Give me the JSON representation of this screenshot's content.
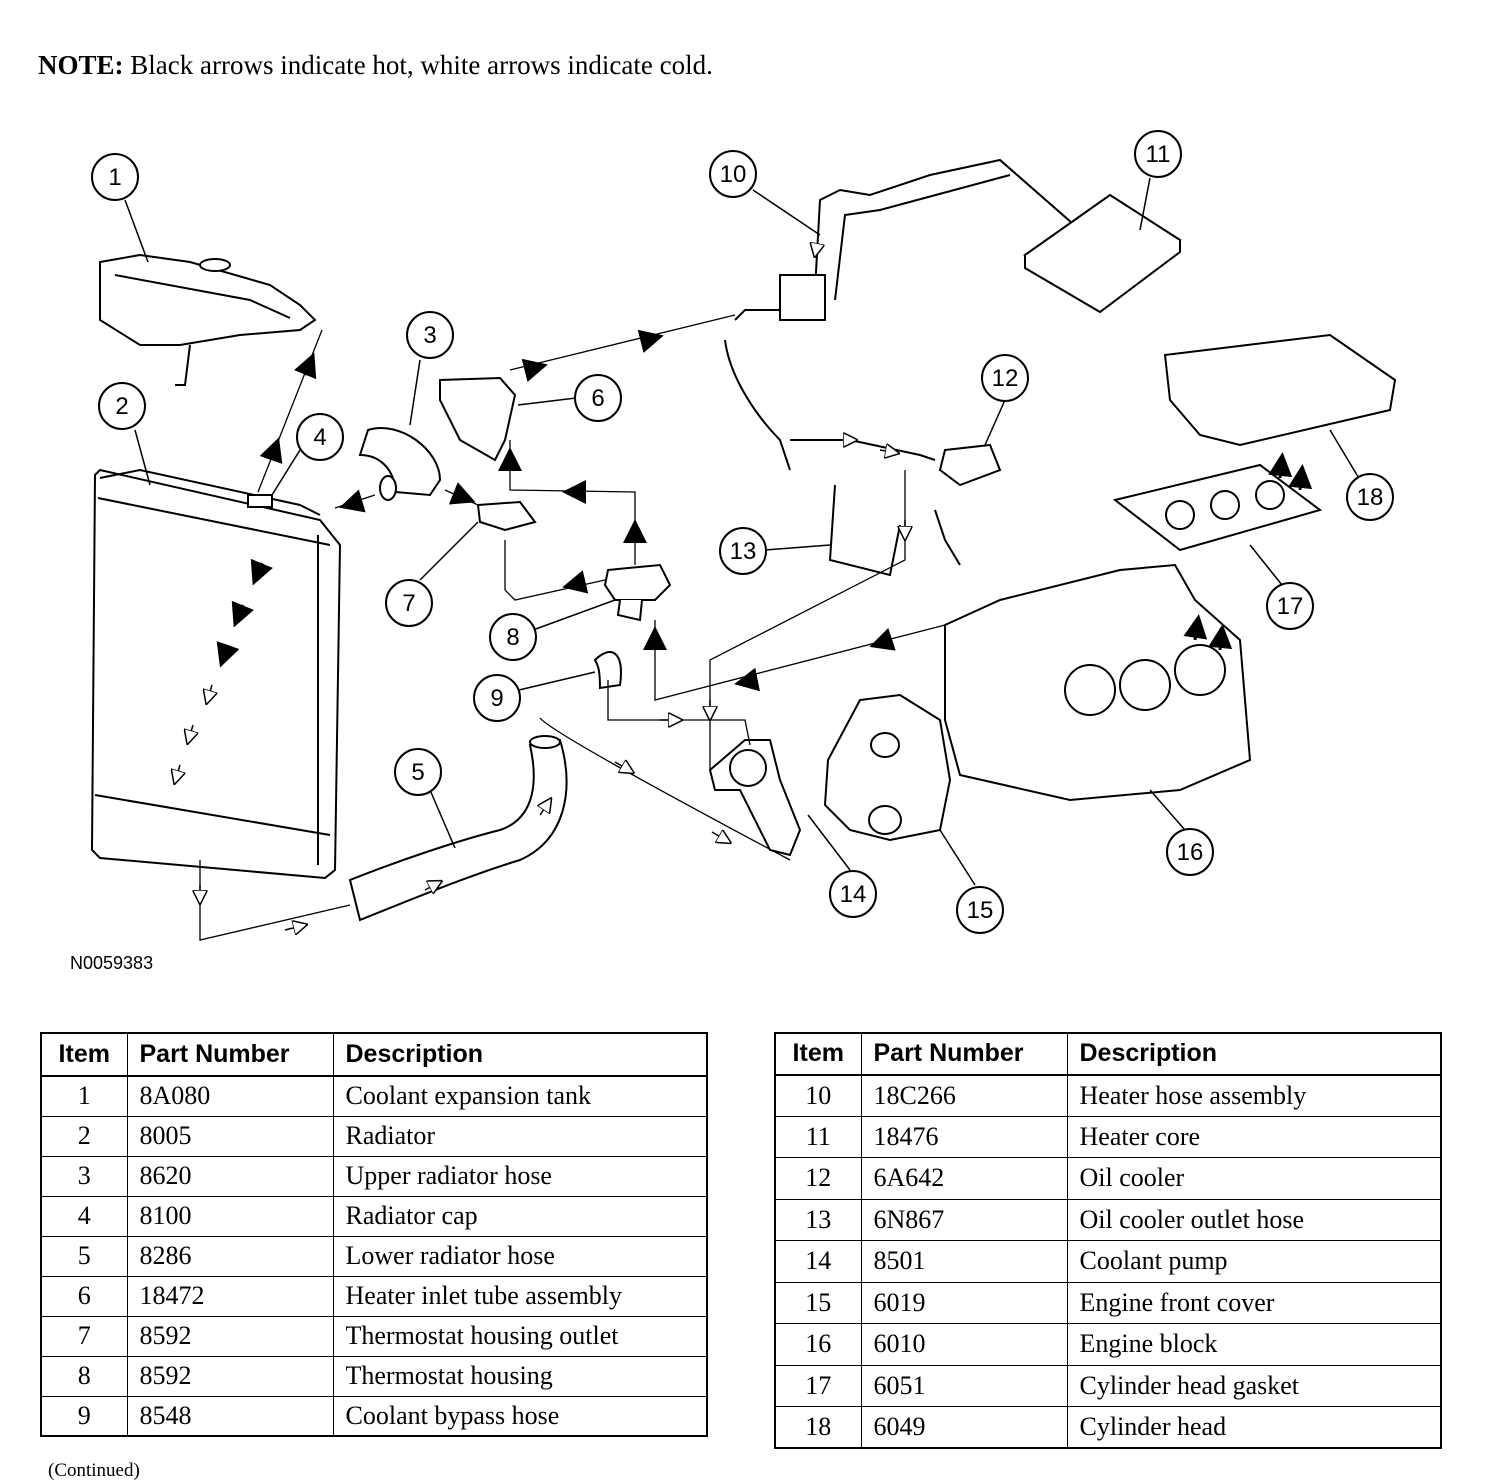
{
  "note": {
    "label": "NOTE:",
    "text": "Black arrows indicate hot, white arrows indicate cold."
  },
  "figure_code": "N0059383",
  "callouts": [
    "1",
    "2",
    "3",
    "4",
    "5",
    "6",
    "7",
    "8",
    "9",
    "10",
    "11",
    "12",
    "13",
    "14",
    "15",
    "16",
    "17",
    "18"
  ],
  "table_headers": {
    "item": "Item",
    "part_number": "Part Number",
    "description": "Description"
  },
  "parts_left": [
    {
      "item": "1",
      "part": "8A080",
      "desc": "Coolant expansion tank"
    },
    {
      "item": "2",
      "part": "8005",
      "desc": "Radiator"
    },
    {
      "item": "3",
      "part": "8620",
      "desc": "Upper radiator hose"
    },
    {
      "item": "4",
      "part": "8100",
      "desc": "Radiator cap"
    },
    {
      "item": "5",
      "part": "8286",
      "desc": "Lower radiator hose"
    },
    {
      "item": "6",
      "part": "18472",
      "desc": "Heater inlet tube assembly"
    },
    {
      "item": "7",
      "part": "8592",
      "desc": "Thermostat housing outlet"
    },
    {
      "item": "8",
      "part": "8592",
      "desc": "Thermostat housing"
    },
    {
      "item": "9",
      "part": "8548",
      "desc": "Coolant bypass hose"
    }
  ],
  "parts_right": [
    {
      "item": "10",
      "part": "18C266",
      "desc": "Heater hose assembly"
    },
    {
      "item": "11",
      "part": "18476",
      "desc": "Heater core"
    },
    {
      "item": "12",
      "part": "6A642",
      "desc": "Oil cooler"
    },
    {
      "item": "13",
      "part": "6N867",
      "desc": "Oil cooler outlet hose"
    },
    {
      "item": "14",
      "part": "8501",
      "desc": "Coolant pump"
    },
    {
      "item": "15",
      "part": "6019",
      "desc": "Engine front cover"
    },
    {
      "item": "16",
      "part": "6010",
      "desc": "Engine block"
    },
    {
      "item": "17",
      "part": "6051",
      "desc": "Cylinder head gasket"
    },
    {
      "item": "18",
      "part": "6049",
      "desc": "Cylinder head"
    }
  ],
  "continued": "(Continued)"
}
